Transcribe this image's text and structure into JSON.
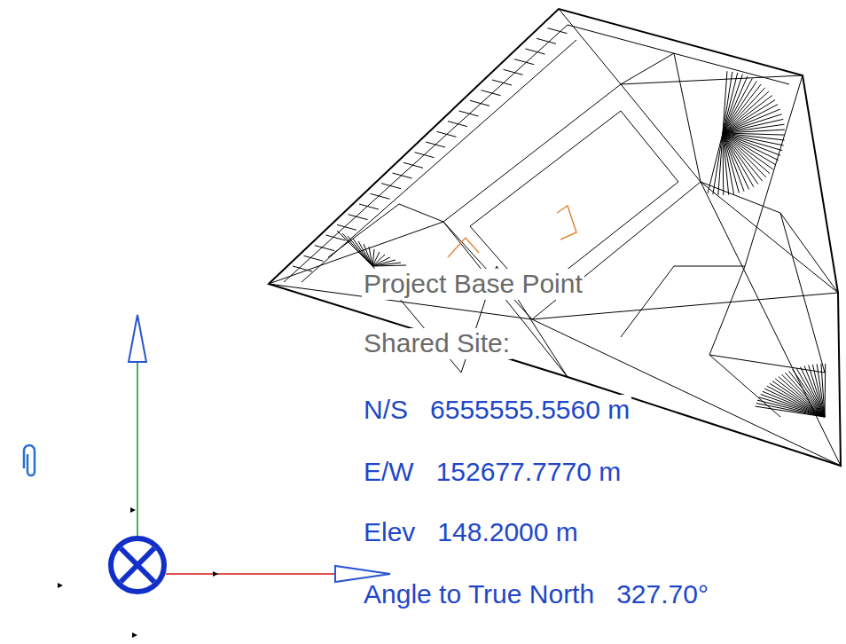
{
  "diagram": {
    "labels": [
      "Project Base Point",
      "Shared Site:",
      "N/S   6555555.5560 m",
      "E/W   152677.7770 m",
      "Elev   148.2000 m",
      "Angle to True North   327.70°"
    ]
  }
}
